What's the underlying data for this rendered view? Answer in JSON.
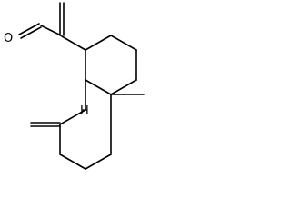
{
  "molecule": {
    "atoms": [
      {
        "id": "O",
        "label": "O"
      },
      {
        "id": "H",
        "label": "H"
      }
    ],
    "colors": {
      "bond": "#000000",
      "label": "#000000",
      "background": "#ffffff"
    }
  }
}
